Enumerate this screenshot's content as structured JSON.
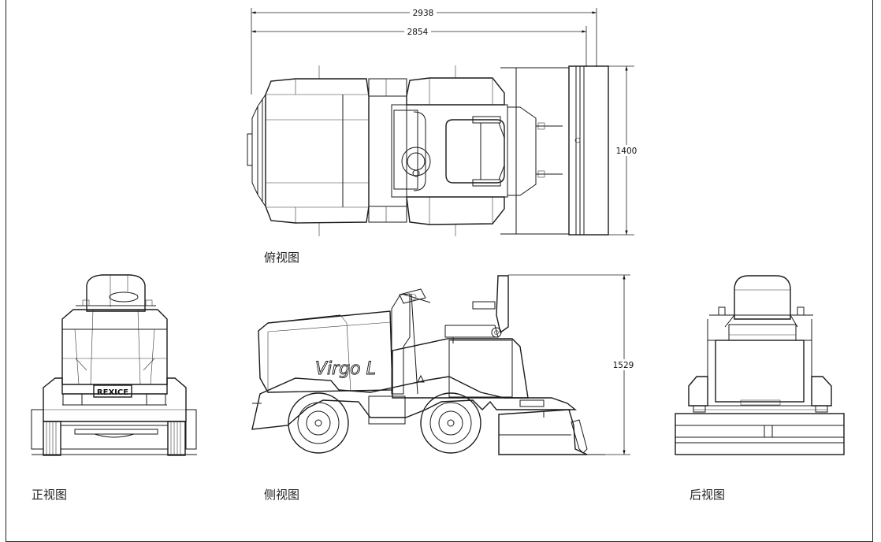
{
  "views": {
    "top": {
      "caption": "俯视图"
    },
    "front": {
      "caption": "正视图",
      "brand_plate": "REXICE"
    },
    "side": {
      "caption": "侧视图",
      "brand_lettering": "Virgo L"
    },
    "rear": {
      "caption": "后视图"
    }
  },
  "dimensions": {
    "overall_length": "2938",
    "body_length": "2854",
    "width": "1400",
    "height": "1529"
  },
  "colors": {
    "line": "#1a1a1a",
    "background": "#ffffff"
  }
}
